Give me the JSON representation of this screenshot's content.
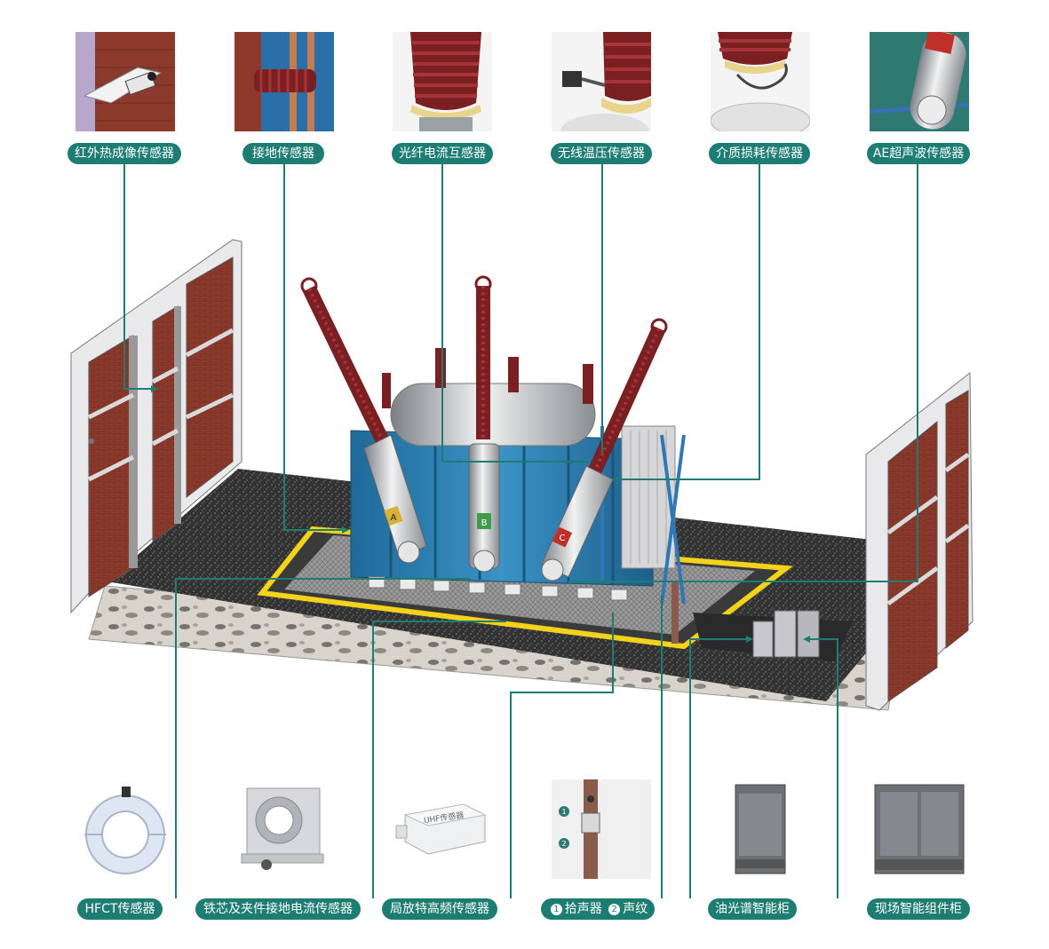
{
  "colors": {
    "accent": "#1e7d73",
    "brick": "#8b3a2c",
    "transformer_tank": "#2b7fb5",
    "bushing": "#7a1f22",
    "gravel": "#3a3a3a",
    "yellow_line": "#f2d21b"
  },
  "top_sensors": [
    {
      "label": "红外热成像传感器",
      "icon": "infrared-camera-icon"
    },
    {
      "label": "接地传感器",
      "icon": "grounding-sensor-icon"
    },
    {
      "label": "光纤电流互感器",
      "icon": "fiber-current-transformer-icon"
    },
    {
      "label": "无线温压传感器",
      "icon": "wireless-temp-pressure-icon"
    },
    {
      "label": "介质损耗传感器",
      "icon": "dielectric-loss-icon"
    },
    {
      "label": "AE超声波传感器",
      "icon": "ae-ultrasonic-icon"
    }
  ],
  "bottom_sensors": [
    {
      "label": "HFCT传感器",
      "icon": "hfct-ring-icon"
    },
    {
      "label": "铁芯及夹件接地电流传感器",
      "icon": "core-clamp-ct-icon"
    },
    {
      "label": "局放特高频传感器",
      "icon": "uhf-sensor-icon",
      "device_text": "UHF传感器"
    },
    {
      "label_parts": [
        "拾声器",
        "声纹"
      ],
      "marks": [
        "1",
        "2"
      ],
      "icon": "sound-pickup-icon"
    },
    {
      "label": "油光谱智能柜",
      "icon": "oil-spectrum-cabinet-icon"
    },
    {
      "label": "现场智能组件柜",
      "icon": "smart-component-cabinet-icon"
    }
  ],
  "phase_labels": [
    "A",
    "B",
    "C"
  ]
}
